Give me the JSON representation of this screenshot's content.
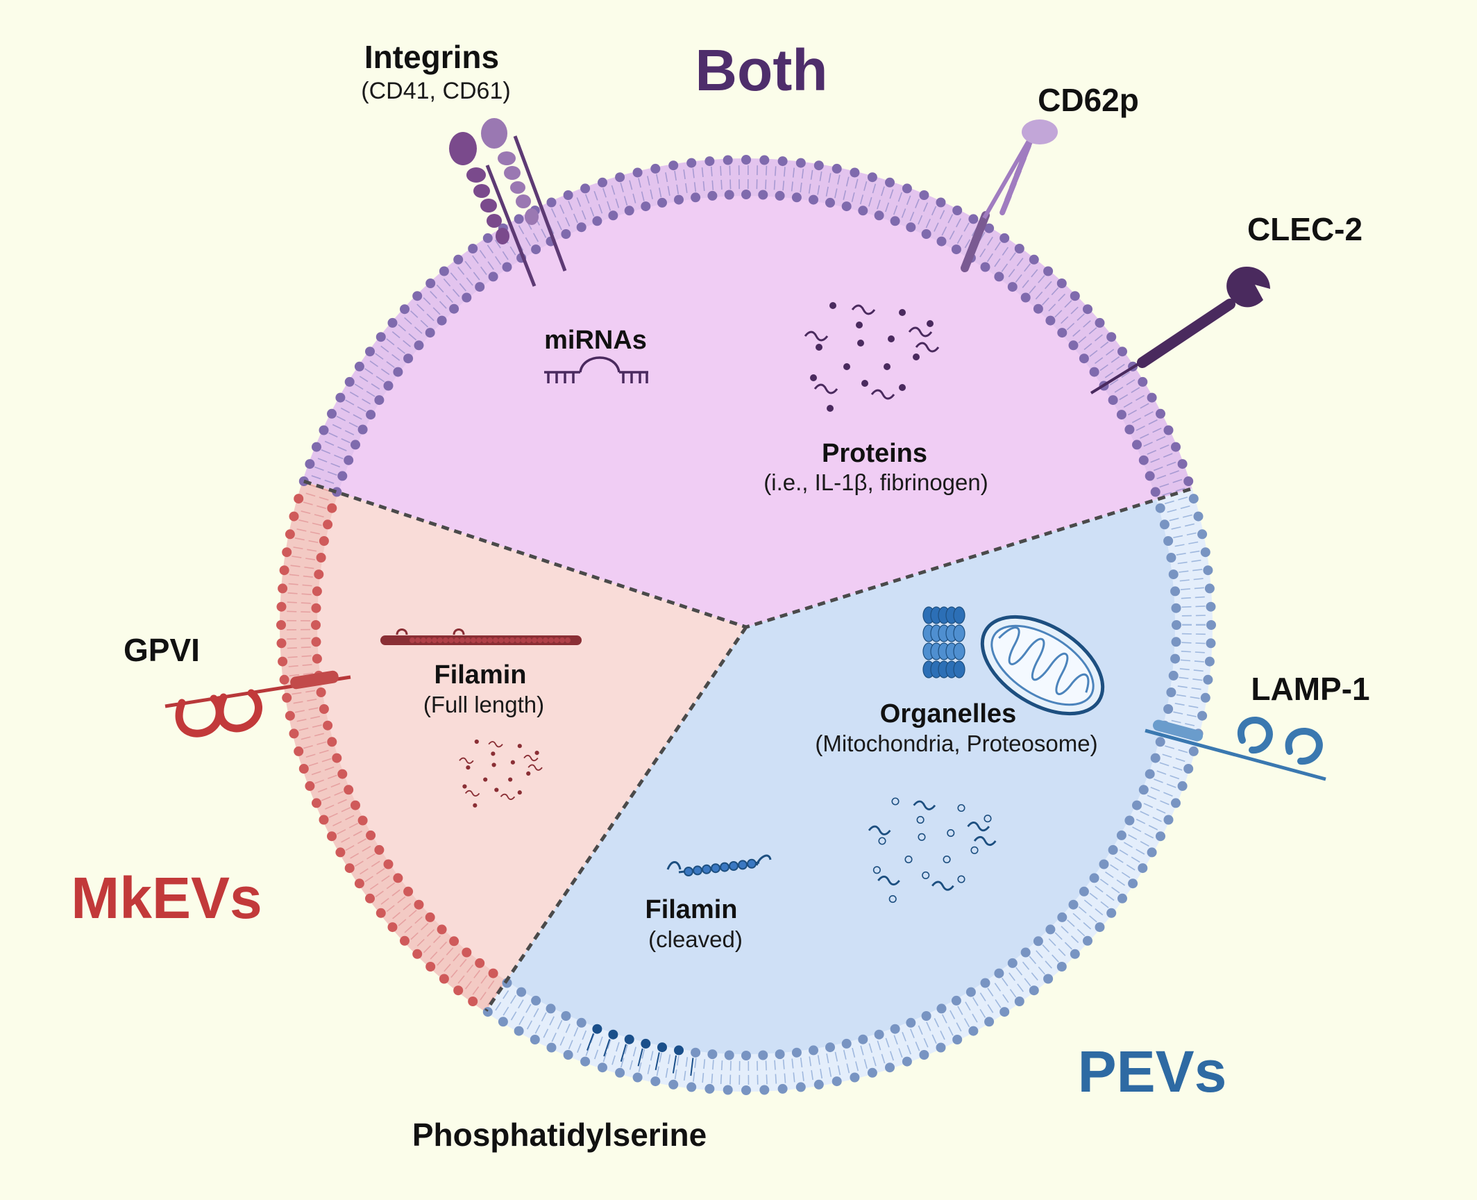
{
  "groups": {
    "both": "Both",
    "mkevs": "MkEVs",
    "pevs": "PEVs"
  },
  "labels": {
    "integrins": "Integrins",
    "integrins_sub": "(CD41, CD61)",
    "cd62p": "CD62p",
    "clec2": "CLEC-2",
    "gpvi": "GPVI",
    "lamp1": "LAMP-1",
    "phosphatidylserine": "Phosphatidylserine",
    "mirnas": "miRNAs",
    "proteins": "Proteins",
    "proteins_sub": "(i.e., IL-1β, fibrinogen)",
    "filamin_full": "Filamin",
    "filamin_full_sub": "(Full length)",
    "organelles": "Organelles",
    "organelles_sub": "(Mitochondria, Proteosome)",
    "filamin_cleaved": "Filamin",
    "filamin_cleaved_sub": "(cleaved)"
  },
  "colors": {
    "background": "#fbfdea",
    "both_fill": "#f0cdf4",
    "both_bead": "#7f6aad",
    "both_text": "#4e2d6b",
    "mk_fill": "#f9dcd8",
    "mk_bead": "#cf5a5a",
    "mk_text": "#c2393a",
    "pev_fill": "#cfe0f6",
    "pev_bead": "#7894c2",
    "pev_text": "#2e6aa3",
    "ps_bead": "#1a4f8a"
  }
}
